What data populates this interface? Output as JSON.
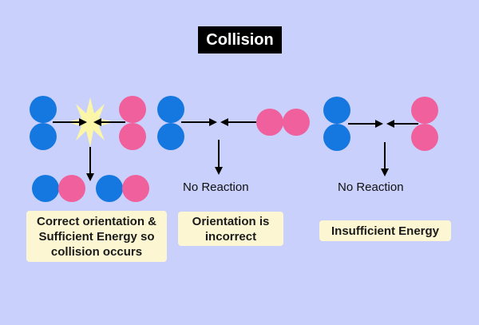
{
  "title": "Collision",
  "scenario_1": {
    "caption_lines": [
      "Correct orientation &",
      "Sufficient Energy so",
      "collision occurs"
    ]
  },
  "scenario_2": {
    "result": "No Reaction",
    "caption_lines": [
      "Orientation is",
      "incorrect"
    ]
  },
  "scenario_3": {
    "result": "No Reaction",
    "caption_lines": [
      "Insufficient Energy"
    ]
  },
  "colors": {
    "background": "#c9d0fb",
    "blue_atom": "#1577e0",
    "pink_atom": "#f0609c",
    "burst": "#fbf6a8",
    "caption_bg": "#fcf7d2"
  }
}
